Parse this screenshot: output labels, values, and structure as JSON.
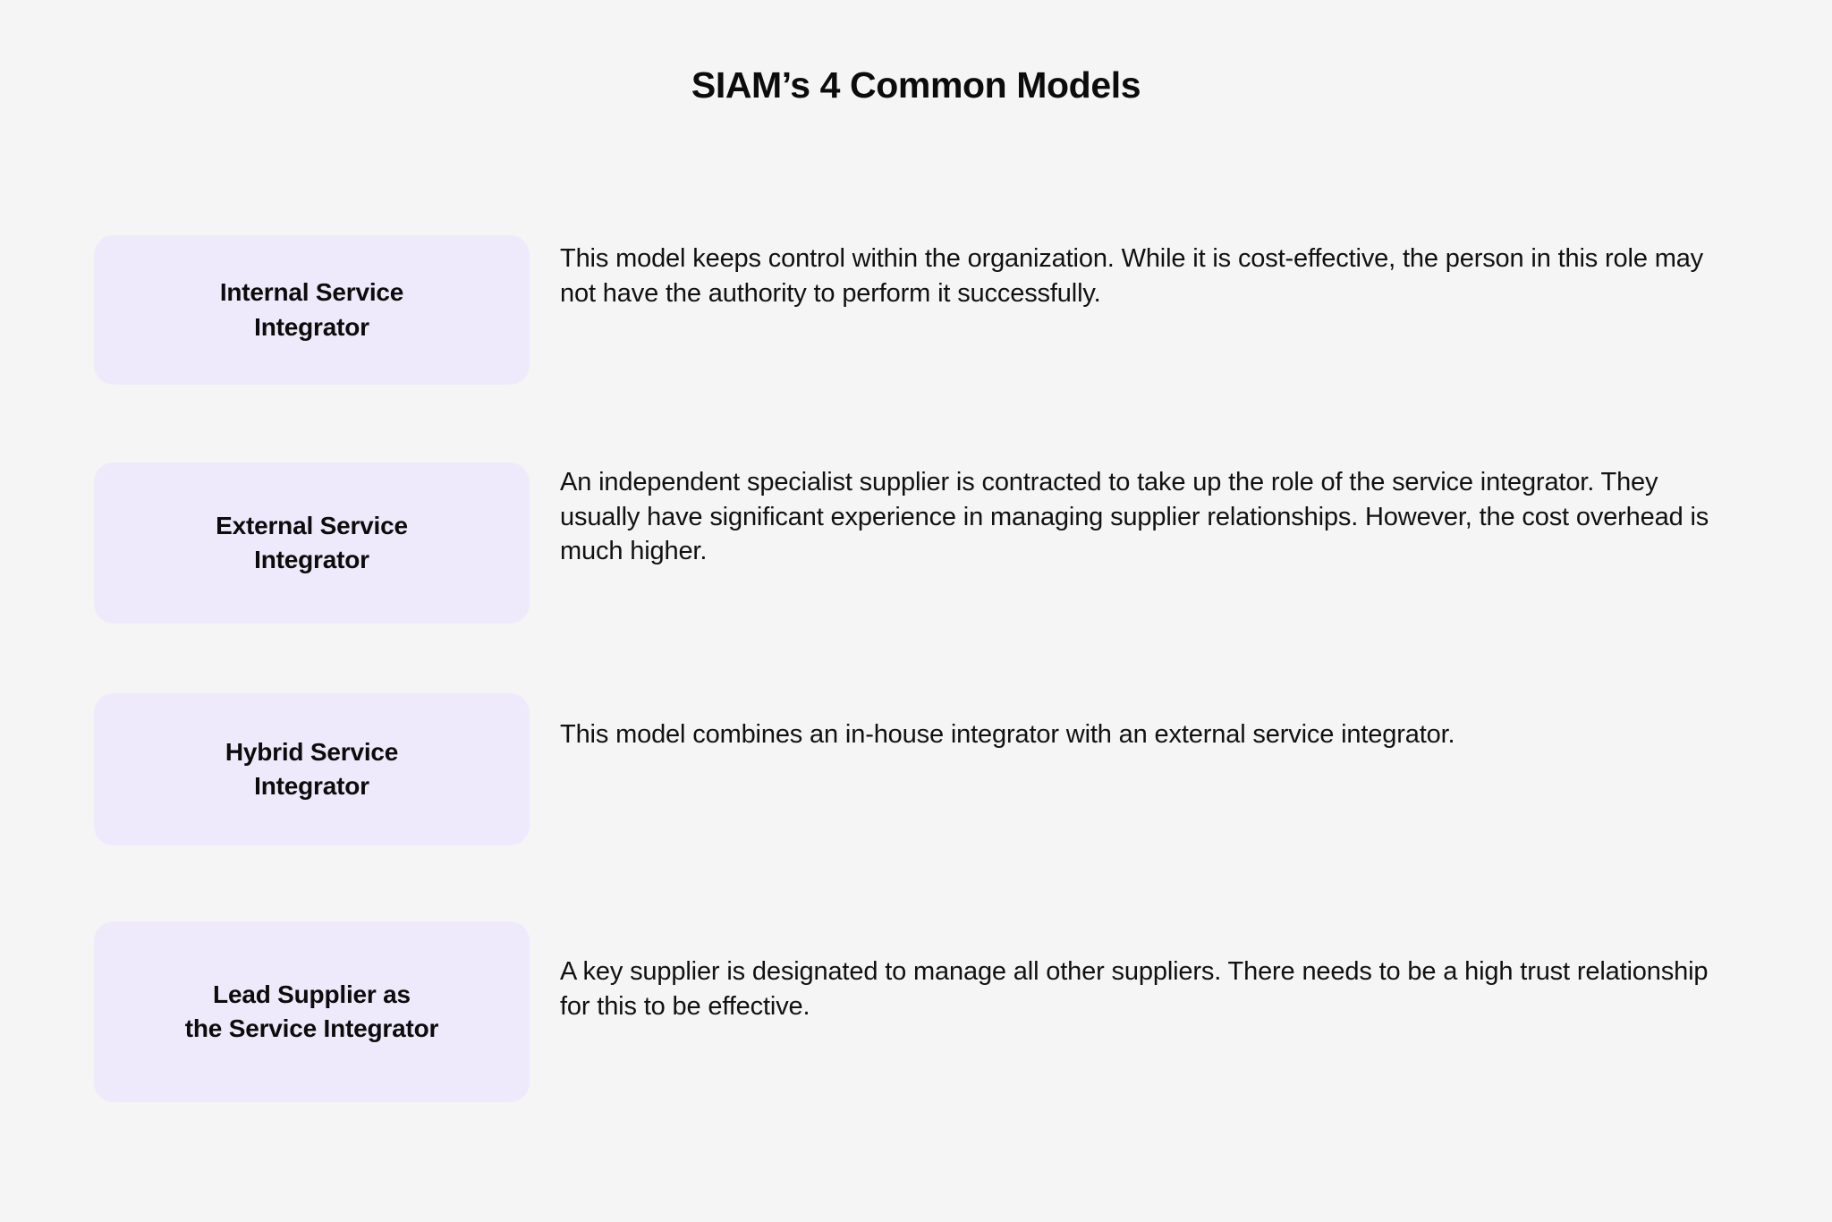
{
  "page": {
    "title": "SIAM’s 4 Common Models",
    "background_color": "#f5f5f5",
    "card_color": "#eeeafb",
    "text_color": "#111111"
  },
  "models": [
    {
      "label": "Internal Service\nIntegrator",
      "description": "This model keeps control within the organization. While it is cost-effective, the person in this role may not have the authority to perform it successfully."
    },
    {
      "label": "External Service\nIntegrator",
      "description": "An independent specialist supplier is contracted to take up the role of the service integrator. They usually have significant experience in managing supplier relationships. However, the cost overhead is much higher."
    },
    {
      "label": "Hybrid Service\nIntegrator",
      "description": "This model combines an in-house integrator with an external service integrator."
    },
    {
      "label": "Lead Supplier as\nthe Service Integrator",
      "description": "A key supplier is designated to manage all other suppliers. There needs to be a high trust relationship for this to be effective."
    }
  ]
}
